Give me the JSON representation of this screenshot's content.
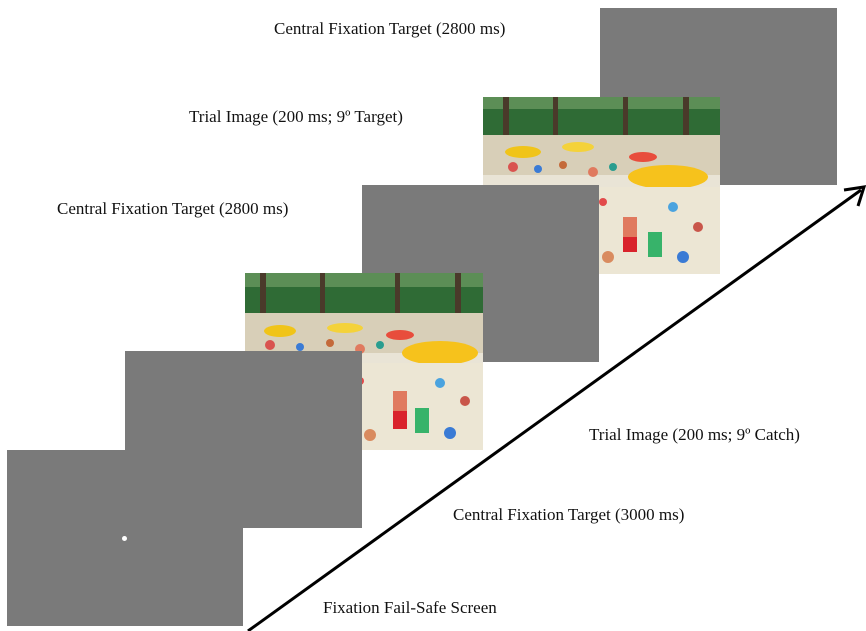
{
  "labels": {
    "top_fixation": "Central Fixation Target (2800 ms)",
    "trial_target": "Trial Image (200 ms; 9º Target)",
    "mid_fixation": "Central Fixation Target (2800 ms)",
    "trial_catch": "Trial Image (200 ms; 9º Catch)",
    "first_fixation": "Central Fixation Target (3000 ms)",
    "failsafe": "Fixation Fail-Safe Screen"
  },
  "colors": {
    "screen_gray": "#7a7a7a",
    "fixation_dot": "#ffffff",
    "arrow": "#000000"
  }
}
